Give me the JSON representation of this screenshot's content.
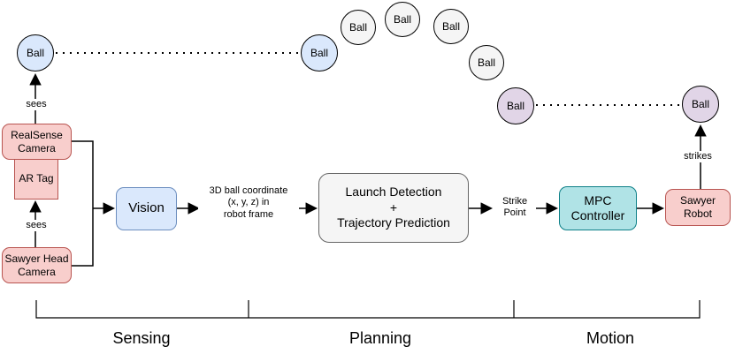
{
  "ball": {
    "label": "Ball"
  },
  "nodes": {
    "realsense_camera": {
      "label": "RealSense\nCamera"
    },
    "ar_tag": {
      "label": "AR Tag"
    },
    "sawyer_head_camera": {
      "label": "Sawyer Head\nCamera"
    },
    "vision": {
      "label": "Vision"
    },
    "launch_detection": {
      "label": "Launch Detection\n+\nTrajectory Prediction"
    },
    "mpc_controller": {
      "label": "MPC\nController"
    },
    "sawyer_robot": {
      "label": "Sawyer\nRobot"
    }
  },
  "edge_labels": {
    "sees_realsense": "sees",
    "sees_head_camera": "sees",
    "vision_output": "3D ball coordinate\n(x, y, z) in\nrobot frame",
    "planning_output": "Strike\nPoint",
    "strikes": "strikes"
  },
  "phases": {
    "sensing": "Sensing",
    "planning": "Planning",
    "motion": "Motion"
  },
  "colors": {
    "ball_tracked_fill": "#dae8fc",
    "ball_tracked_stroke": "#6c8ebf",
    "ball_flight_fill": "#f5f5f5",
    "ball_flight_stroke": "#666666",
    "ball_strike_fill": "#e1d5e7",
    "ball_strike_stroke": "#9673a6",
    "camera_fill": "#f8cecc",
    "camera_stroke": "#b85450",
    "vision_fill": "#dae8fc",
    "vision_stroke": "#6c8ebf",
    "planning_fill": "#f5f5f5",
    "planning_stroke": "#666666",
    "controller_fill": "#b0e3e6",
    "controller_stroke": "#0e8088",
    "line": "#000000"
  }
}
